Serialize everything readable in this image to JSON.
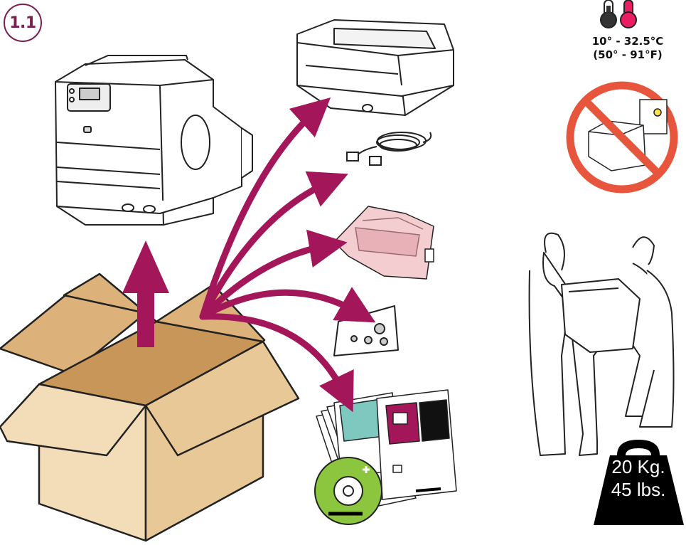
{
  "step": {
    "label": "1.1"
  },
  "environment": {
    "temperature_celsius": "10° - 32.5°C",
    "temperature_fahrenheit": "(50° - 91°F)"
  },
  "weight": {
    "kilograms": "20 Kg.",
    "pounds": "45 lbs."
  },
  "colors": {
    "arrow": "#a3175a",
    "badge": "#7a1f4f",
    "box_front": "#f3dcb8",
    "box_side": "#e9c897",
    "box_flap": "#dcb27a",
    "no_sign": "#e8553d",
    "bag": "#f4cdd0",
    "cd_green": "#8cc63f"
  },
  "icons": [
    "printer-icon",
    "paper-tray-icon",
    "power-cord-icon",
    "toner-cartridge-bag-icon",
    "control-panel-overlay-icon",
    "documentation-icon",
    "cd-rom-icon",
    "cardboard-box-icon",
    "thermometer-cold-icon",
    "thermometer-hot-icon",
    "no-direct-sunlight-icon",
    "two-person-lift-icon",
    "weight-icon",
    "lift-arrow-icon",
    "unpack-arrow-icon"
  ]
}
